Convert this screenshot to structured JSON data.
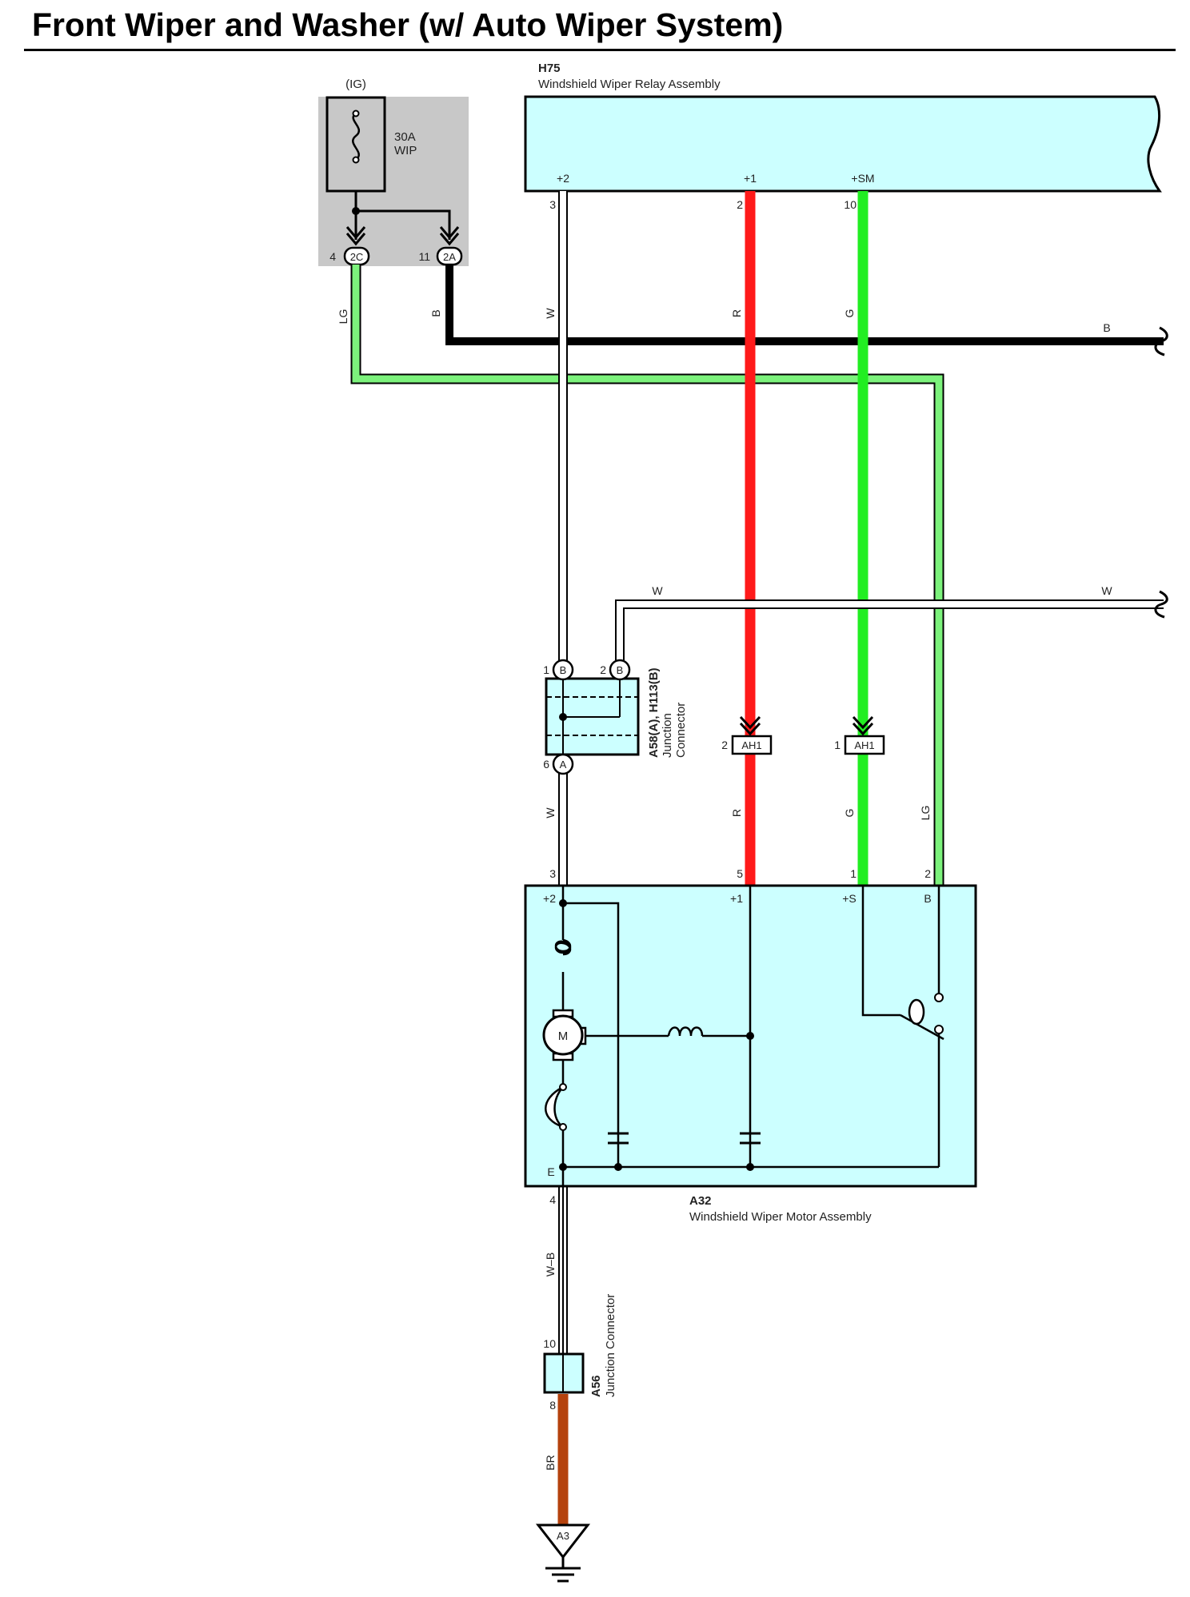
{
  "title": "Front Wiper and Washer (w/ Auto Wiper System)",
  "colors": {
    "component_fill": "#ccffff",
    "fuse_box_fill": "#c8c8c8",
    "wire_R": "#ff1a1a",
    "wire_G": "#22ee22",
    "wire_LG": "#7cf27c",
    "wire_B": "#000000",
    "wire_W": "#ffffff",
    "wire_BR": "#b5420d"
  },
  "fuse": {
    "group": "(IG)",
    "rating": "30A",
    "name": "WIP",
    "pin_left_num": "4",
    "pin_left_conn": "2C",
    "pin_right_num": "11",
    "pin_right_conn": "2A"
  },
  "relay": {
    "id": "H75",
    "name": "Windshield Wiper Relay Assembly",
    "term_p2": "+2",
    "term_p1": "+1",
    "term_sm": "+SM",
    "pin_p2": "3",
    "pin_p1": "2",
    "pin_sm": "10"
  },
  "wires": {
    "lg": "LG",
    "b": "B",
    "w": "W",
    "r": "R",
    "g": "G",
    "b_right": "B",
    "w_top": "W",
    "w_right": "W",
    "w_lower": "W",
    "r_lower": "R",
    "g_lower": "G",
    "lg_lower": "LG",
    "wb": "W–B",
    "br": "BR"
  },
  "junction1": {
    "id": "A58(A), H113(B)",
    "line2": "Junction",
    "line3": "Connector",
    "pin1_num": "1",
    "pin1_conn": "B",
    "pin2_num": "2",
    "pin2_conn": "B",
    "pin6_num": "6",
    "pin6_conn": "A"
  },
  "connectors": {
    "ah1_r_num": "2",
    "ah1_r": "AH1",
    "ah1_g_num": "1",
    "ah1_g": "AH1"
  },
  "motor": {
    "id": "A32",
    "name": "Windshield Wiper Motor Assembly",
    "pin_p2": "3",
    "pin_p1": "5",
    "pin_s": "1",
    "pin_b": "2",
    "term_p2": "+2",
    "term_p1": "+1",
    "term_s": "+S",
    "term_b": "B",
    "term_e": "E",
    "motor_symbol": "M",
    "pin_e": "4"
  },
  "junction2": {
    "id": "A56",
    "name": "Junction Connector",
    "pin_top": "10",
    "pin_bottom": "8"
  },
  "ground": {
    "id": "A3"
  }
}
